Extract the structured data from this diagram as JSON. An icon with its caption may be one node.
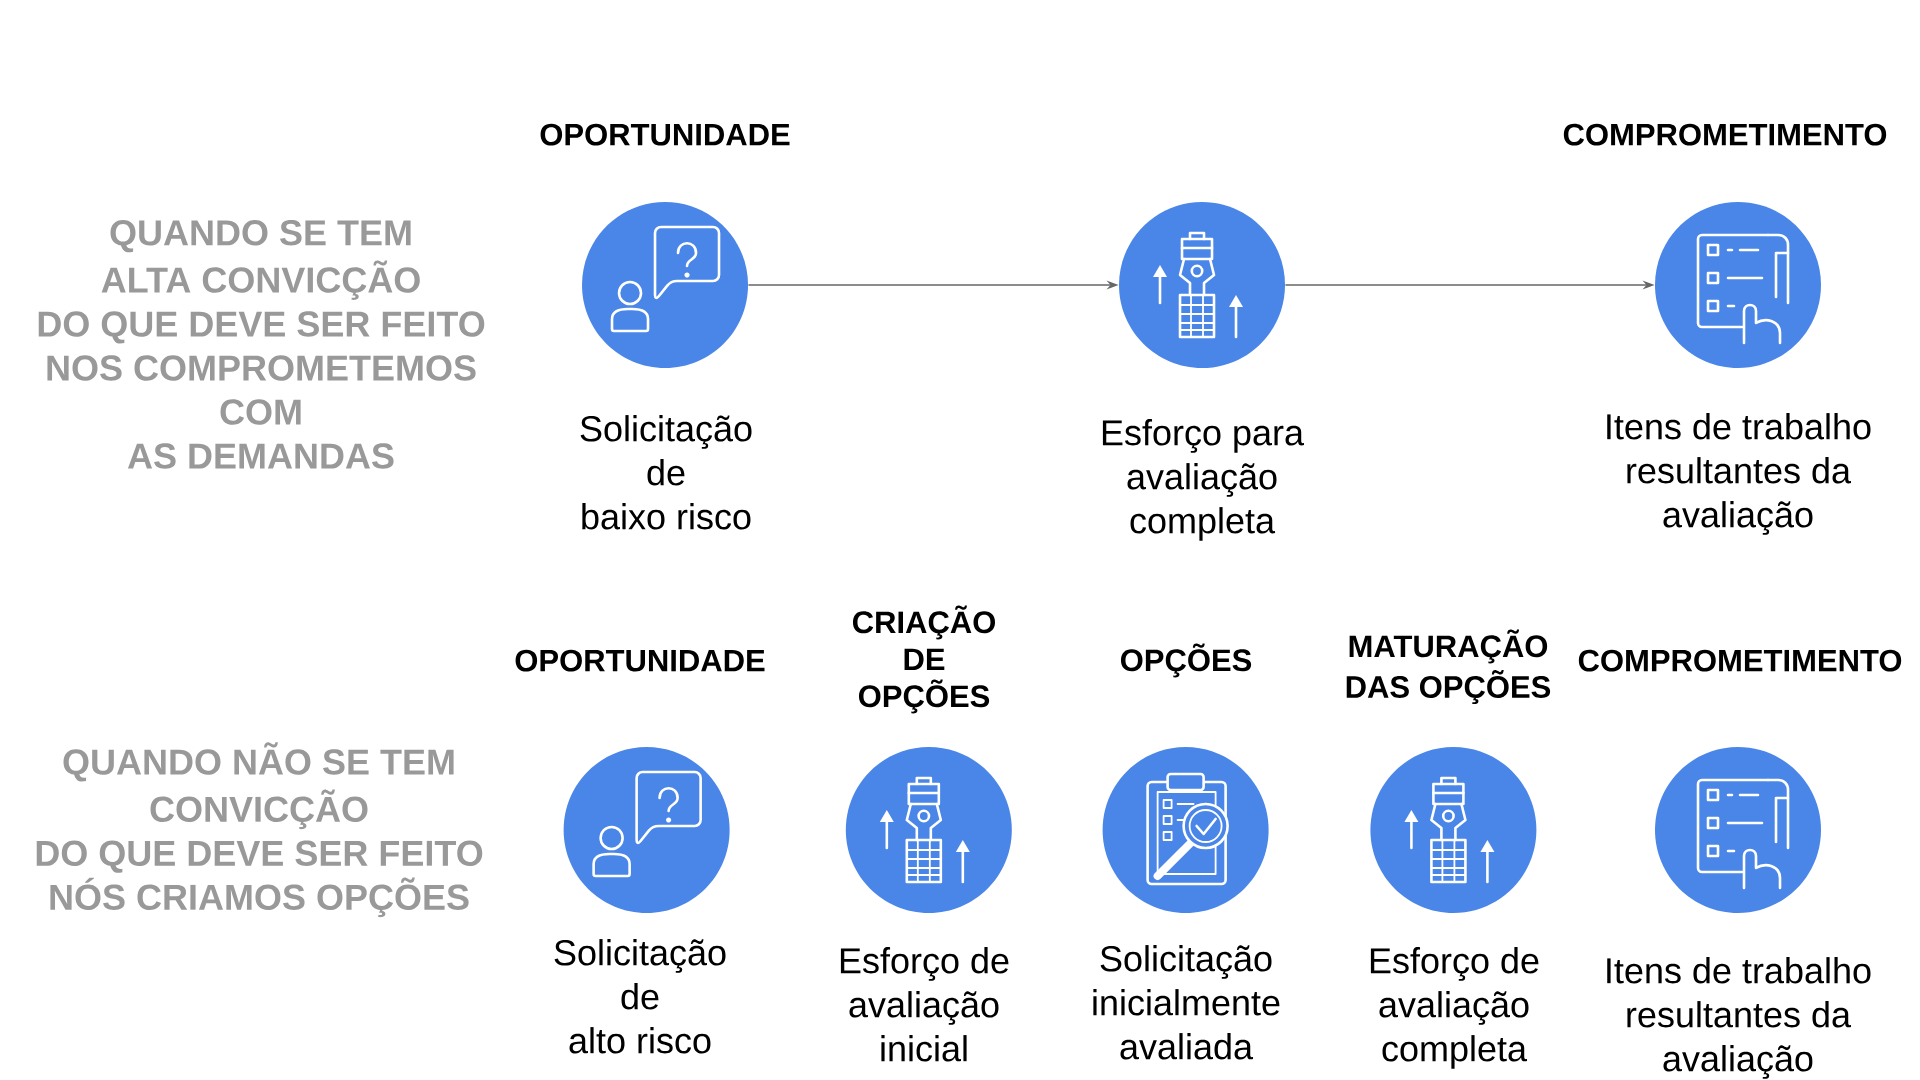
{
  "diagram": {
    "nodes": [
      {
        "text": [
          "OPORTUNIDADE",
          "Solicitação de baixo risco"
        ]
      },
      {
        "text": [
          "Esforço para avaliação completa"
        ]
      },
      {
        "text": [
          "COMPROMETIMENTO",
          "Itens de trabalho resultantes da avaliação"
        ]
      },
      {
        "text": [
          "OPORTUNIDADE",
          "Solicitação de alto risco"
        ]
      },
      {
        "text": [
          "CRIAÇÃO DE OPÇÕES",
          "Esforço de avaliação inicial"
        ]
      },
      {
        "text": [
          "OPÇÕES",
          "Solicitação inicialmente avaliada"
        ]
      },
      {
        "text": [
          "MATURAÇÃO DAS OPÇÕES",
          "Esforço de avaliação completa"
        ]
      },
      {
        "text": [
          "COMPROMETIMENTO",
          "Itens de trabalho resultantes da avaliação"
        ]
      }
    ],
    "edges": [
      {
        "from": 0,
        "to": 1,
        "arrow": "to"
      },
      {
        "from": 1,
        "to": 2,
        "arrow": "to"
      }
    ],
    "labels": [
      "QUANDO SE TEM ALTA CONVICÇÃO DO QUE DEVE SER FEITO NOS COMPROMETEMOS COM AS DEMANDAS",
      "QUANDO NÃO SE TEM CONVICÇÃO DO QUE DEVE SER FEITO NÓS CRIAMOS OPÇÕES"
    ]
  }
}
